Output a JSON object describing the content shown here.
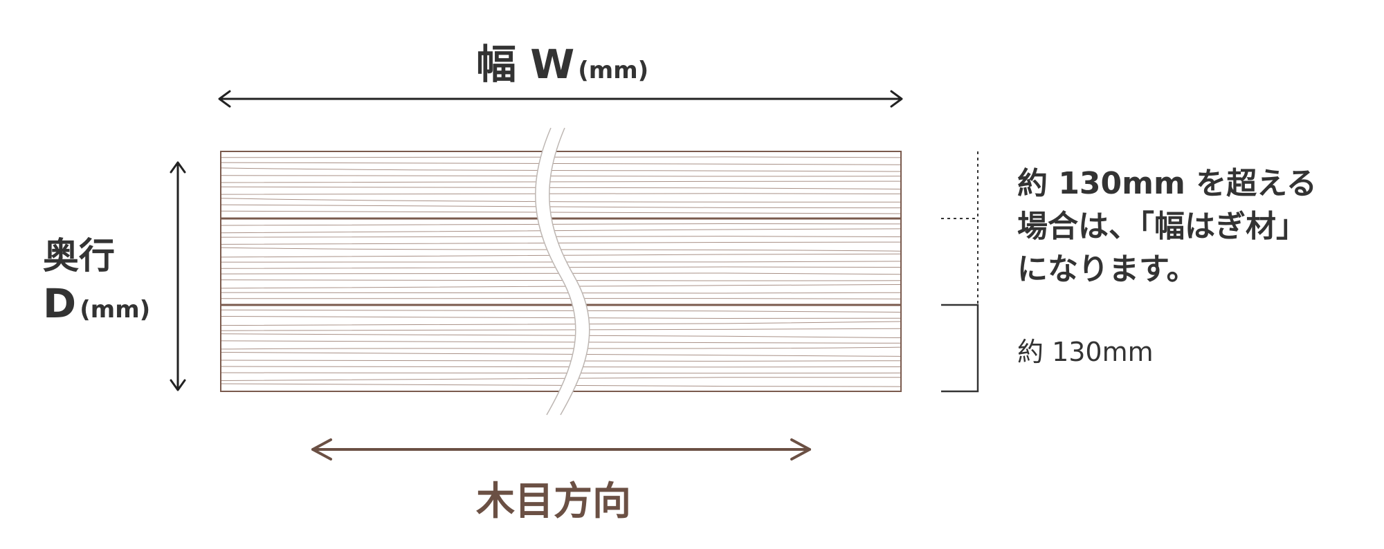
{
  "width_label": {
    "main": "幅 W",
    "unit": "(mm)"
  },
  "depth_label": {
    "line1": "奥行",
    "main": "D",
    "unit": "(mm)"
  },
  "grain_label": "木目方向",
  "note": {
    "line1": "約 130mm を超える",
    "line2": "場合は、「幅はぎ材」",
    "line3": "になります。"
  },
  "board_note": "約 130mm",
  "colors": {
    "text_dark": "#333333",
    "accent_brown": "#6b5044",
    "grain_line": "#a89086",
    "board_outline": "#7a5a4d"
  },
  "icons": {
    "width_arrow": "double-headed-horizontal-arrow",
    "depth_arrow": "double-headed-vertical-arrow",
    "grain_arrow": "double-headed-horizontal-arrow"
  }
}
